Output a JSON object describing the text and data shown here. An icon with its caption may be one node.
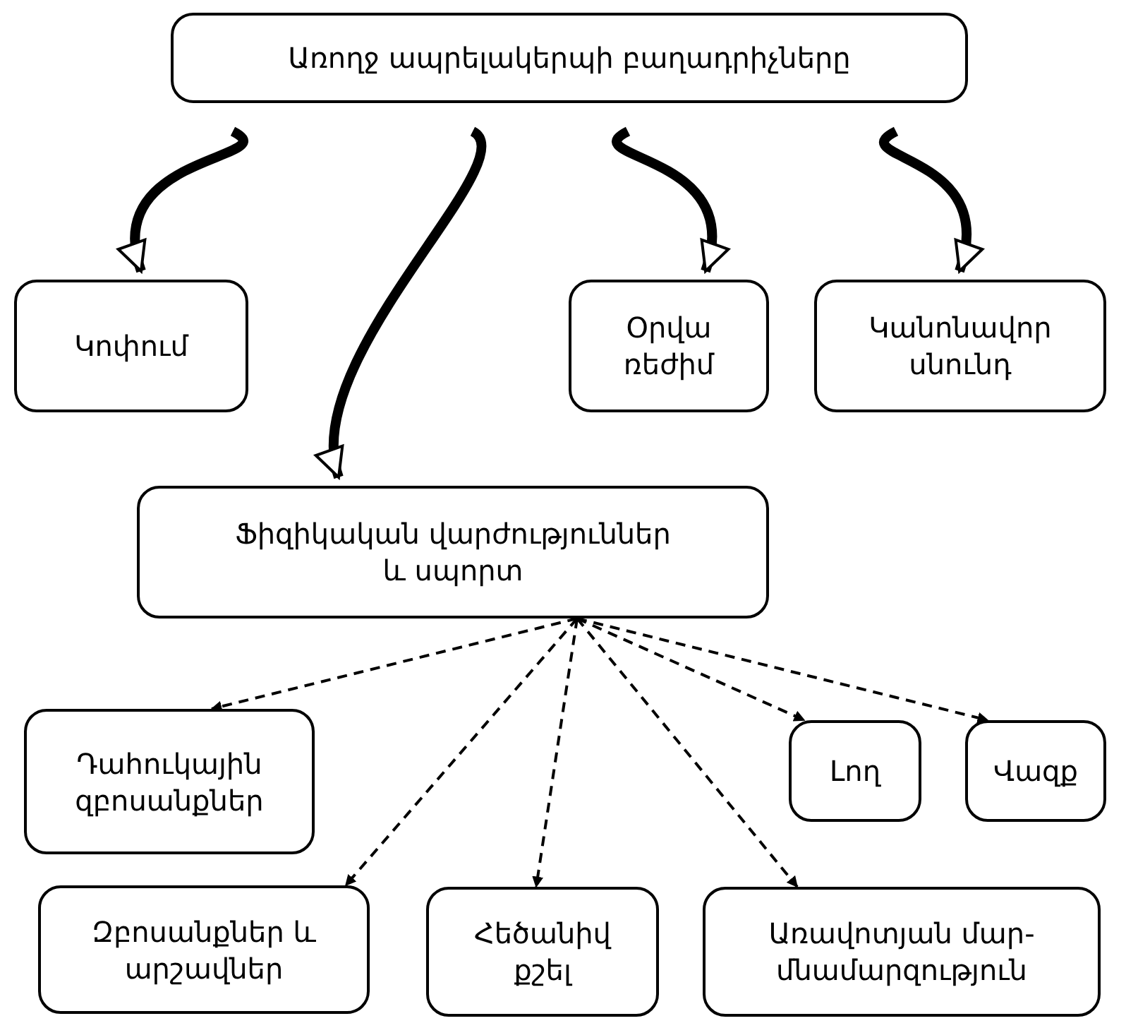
{
  "diagram": {
    "nodes": [
      {
        "text": [
          "Առողջ ապրելակերպի բաղադրիչները"
        ]
      },
      {
        "text": [
          "Կոփում"
        ]
      },
      {
        "text": [
          "Օրվա ռեժիմ"
        ]
      },
      {
        "text": [
          "Կանոնավոր սնունդ"
        ]
      },
      {
        "text": [
          "Ֆիզիկական վարժություններ և սպորտ"
        ]
      },
      {
        "text": [
          "Դահուկային զբոսանքներ"
        ]
      },
      {
        "text": [
          "Լող"
        ]
      },
      {
        "text": [
          "Վազք"
        ]
      },
      {
        "text": [
          "Զբոսանքներ և արշավներ"
        ]
      },
      {
        "text": [
          "Հեծանիվ քշել"
        ]
      },
      {
        "text": [
          "Առավոտյան մար- մնամարզություն"
        ]
      }
    ],
    "edges": [
      {
        "from": 0,
        "to": 1,
        "arrow": "to",
        "style": "thick"
      },
      {
        "from": 0,
        "to": 4,
        "arrow": "to",
        "style": "thick"
      },
      {
        "from": 0,
        "to": 2,
        "arrow": "to",
        "style": "thick"
      },
      {
        "from": 0,
        "to": 3,
        "arrow": "to",
        "style": "thick"
      },
      {
        "from": 4,
        "to": 5,
        "arrow": "to",
        "style": "dashed"
      },
      {
        "from": 4,
        "to": 8,
        "arrow": "to",
        "style": "dashed"
      },
      {
        "from": 4,
        "to": 9,
        "arrow": "to",
        "style": "dashed"
      },
      {
        "from": 4,
        "to": 10,
        "arrow": "to",
        "style": "dashed"
      },
      {
        "from": 4,
        "to": 6,
        "arrow": "to",
        "style": "dashed"
      },
      {
        "from": 4,
        "to": 7,
        "arrow": "to",
        "style": "dashed"
      }
    ]
  }
}
